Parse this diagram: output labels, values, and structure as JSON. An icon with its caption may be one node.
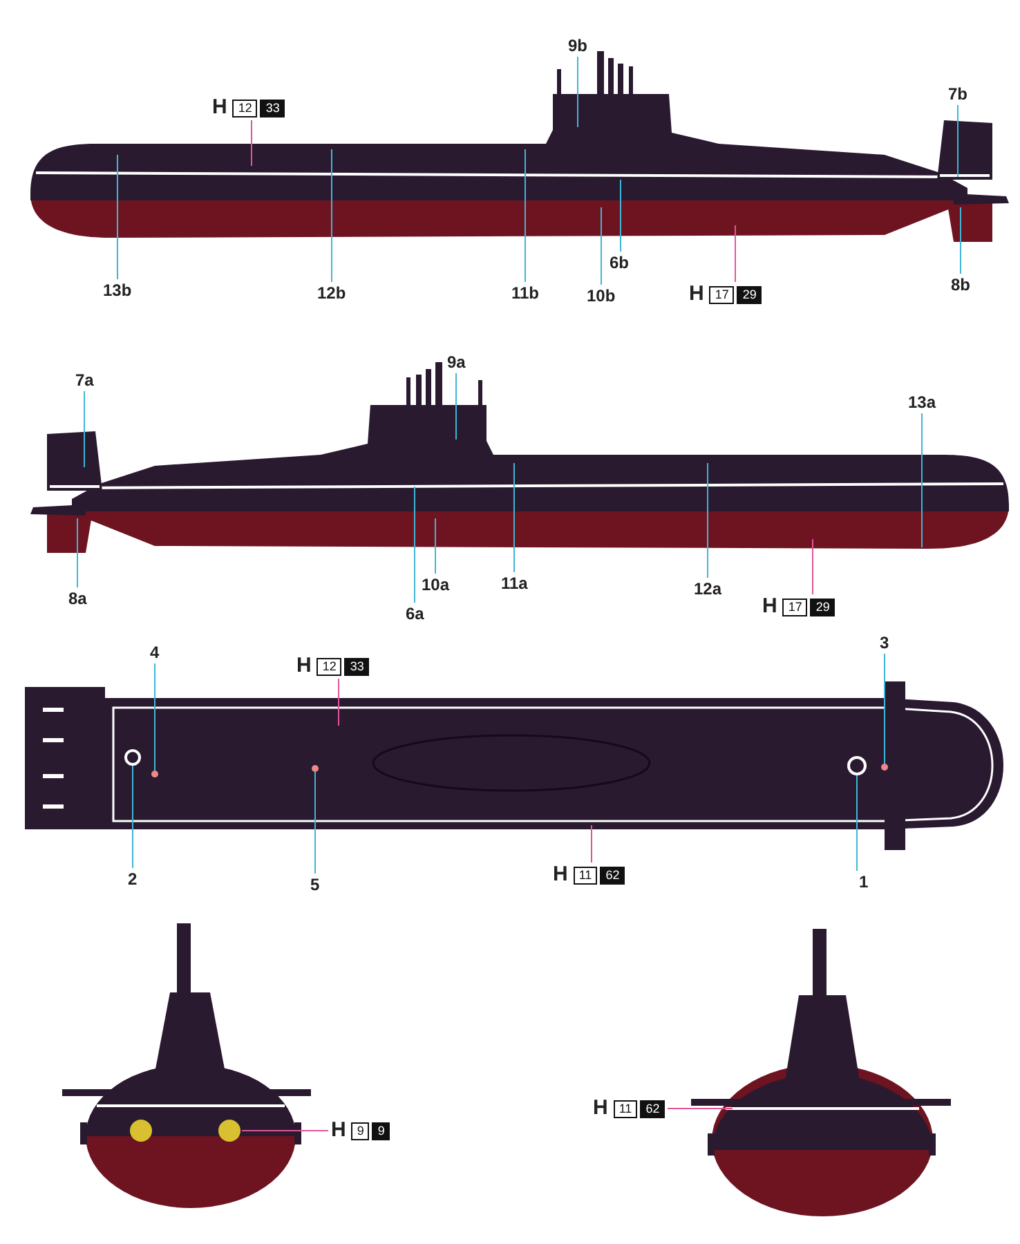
{
  "diagram": {
    "nodes": [
      {
        "text": [
          "9b"
        ]
      },
      {
        "text": [
          "7b"
        ]
      },
      {
        "text": [
          "H",
          "12",
          "33"
        ]
      },
      {
        "text": [
          "6b"
        ]
      },
      {
        "text": [
          "8b"
        ]
      },
      {
        "text": [
          "13b"
        ]
      },
      {
        "text": [
          "12b"
        ]
      },
      {
        "text": [
          "11b"
        ]
      },
      {
        "text": [
          "10b"
        ]
      },
      {
        "text": [
          "H",
          "17",
          "29"
        ]
      },
      {
        "text": [
          "9a"
        ]
      },
      {
        "text": [
          "7a"
        ]
      },
      {
        "text": [
          "13a"
        ]
      },
      {
        "text": [
          "8a"
        ]
      },
      {
        "text": [
          "6a"
        ]
      },
      {
        "text": [
          "10a"
        ]
      },
      {
        "text": [
          "11a"
        ]
      },
      {
        "text": [
          "12a"
        ]
      },
      {
        "text": [
          "H",
          "17",
          "29"
        ]
      },
      {
        "text": [
          "3"
        ]
      },
      {
        "text": [
          "4"
        ]
      },
      {
        "text": [
          "H",
          "12",
          "33"
        ]
      },
      {
        "text": [
          "2"
        ]
      },
      {
        "text": [
          "5"
        ]
      },
      {
        "text": [
          "H",
          "11",
          "62"
        ]
      },
      {
        "text": [
          "1"
        ]
      },
      {
        "text": [
          "H",
          "9",
          "9"
        ]
      },
      {
        "text": [
          "H",
          "11",
          "62"
        ]
      },
      {
        "text": [],
        "shape": "circle"
      },
      {
        "text": [],
        "shape": "circle"
      },
      {
        "text": [],
        "shape": "circle"
      },
      {
        "text": [],
        "shape": "circle"
      },
      {
        "text": [],
        "shape": "circle"
      }
    ],
    "edges": [
      {
        "from": 0,
        "to": null,
        "arrow": "none"
      },
      {
        "from": 1,
        "to": null,
        "arrow": "none"
      },
      {
        "from": 2,
        "to": null,
        "arrow": "none",
        "color": "#e0559a"
      },
      {
        "from": 3,
        "to": null,
        "arrow": "none"
      },
      {
        "from": 4,
        "to": null,
        "arrow": "none"
      },
      {
        "from": 5,
        "to": null,
        "arrow": "none"
      },
      {
        "from": 6,
        "to": null,
        "arrow": "none"
      },
      {
        "from": 7,
        "to": null,
        "arrow": "none"
      },
      {
        "from": 8,
        "to": null,
        "arrow": "none"
      },
      {
        "from": 9,
        "to": null,
        "arrow": "none",
        "color": "#e0559a"
      },
      {
        "from": 10,
        "to": null,
        "arrow": "none"
      },
      {
        "from": 11,
        "to": null,
        "arrow": "none"
      },
      {
        "from": 12,
        "to": null,
        "arrow": "none"
      },
      {
        "from": 13,
        "to": null,
        "arrow": "none"
      },
      {
        "from": 14,
        "to": null,
        "arrow": "none"
      },
      {
        "from": 15,
        "to": null,
        "arrow": "none"
      },
      {
        "from": 16,
        "to": null,
        "arrow": "none"
      },
      {
        "from": 17,
        "to": null,
        "arrow": "none"
      },
      {
        "from": 18,
        "to": null,
        "arrow": "none",
        "color": "#e0559a"
      },
      {
        "from": 19,
        "to": 32,
        "arrow": "none"
      },
      {
        "from": 20,
        "to": 29,
        "arrow": "none"
      },
      {
        "from": 21,
        "to": null,
        "arrow": "none",
        "color": "#e0559a"
      },
      {
        "from": 22,
        "to": 28,
        "arrow": "none"
      },
      {
        "from": 23,
        "to": 30,
        "arrow": "none"
      },
      {
        "from": 24,
        "to": null,
        "arrow": "none",
        "color": "#e0559a"
      },
      {
        "from": 25,
        "to": 31,
        "arrow": "none"
      },
      {
        "from": 26,
        "to": null,
        "arrow": "none",
        "color": "#e0559a"
      },
      {
        "from": 27,
        "to": null,
        "arrow": "none",
        "color": "#e0559a"
      }
    ]
  }
}
